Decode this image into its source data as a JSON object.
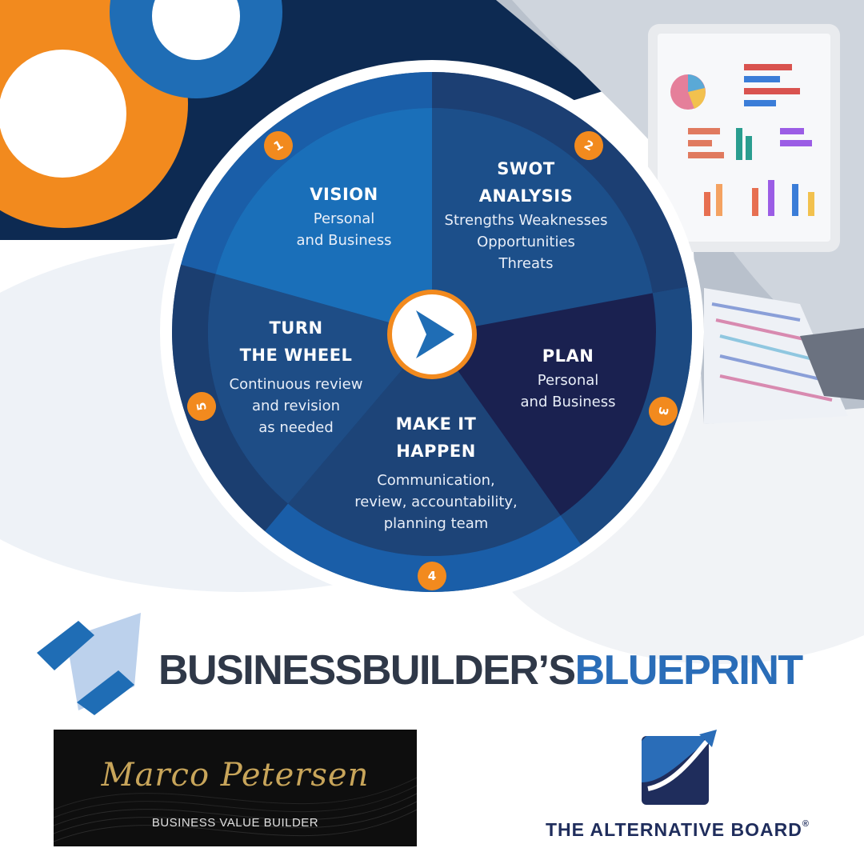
{
  "colors": {
    "orange": "#f28a1e",
    "navy": "#0e2a52",
    "blue": "#1f6db5",
    "ring": "#1d4f8c",
    "segment_vision": "#1a6fb9",
    "segment_swot": "#1c4f8a",
    "segment_plan": "#1a2150",
    "segment_make": "#1d4478",
    "segment_turn": "#1e4d86",
    "title_dark": "#2f3848",
    "title_blue": "#2a6db8",
    "tab_navy": "#1f2d5c"
  },
  "wheel": {
    "center_icon": "chevron-right-icon",
    "segments": [
      {
        "number": "1",
        "title": "VISION",
        "subtitle_lines": [
          "Personal",
          "and Business"
        ]
      },
      {
        "number": "2",
        "title_lines": [
          "SWOT",
          "ANALYSIS"
        ],
        "subtitle_lines": [
          "Strengths Weaknesses",
          "Opportunities",
          "Threats"
        ]
      },
      {
        "number": "3",
        "title": "PLAN",
        "subtitle_lines": [
          "Personal",
          "and Business"
        ]
      },
      {
        "number": "4",
        "title_lines": [
          "MAKE IT",
          "HAPPEN"
        ],
        "subtitle_lines": [
          "Communication,",
          "review, accountability,",
          "planning team"
        ]
      },
      {
        "number": "5",
        "title_lines": [
          "TURN",
          "THE WHEEL"
        ],
        "subtitle_lines": [
          "Continuous review",
          "and revision",
          "as needed"
        ]
      }
    ]
  },
  "brand": {
    "title_part1": "BUSINESSBUILDER’S",
    "title_part2": "BLUEPRINT",
    "logo_icon": "house-arrow-logo-icon"
  },
  "marco": {
    "signature": "Marco Petersen",
    "subtitle": "BUSINESS VALUE BUILDER"
  },
  "tab": {
    "logo_icon": "tab-logo-icon",
    "name": "THE ALTERNATIVE BOARD",
    "registered": "®"
  }
}
